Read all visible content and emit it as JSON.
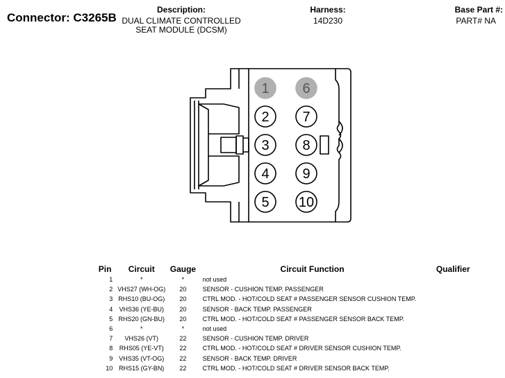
{
  "header": {
    "connector_label": "Connector: C3265B",
    "description_label": "Description:",
    "description_lines": [
      "DUAL CLIMATE CONTROLLED",
      "SEAT MODULE (DCSM)"
    ],
    "harness_label": "Harness:",
    "harness_value": "14D230",
    "base_part_label": "Base Part #:",
    "base_part_value": "PART# NA"
  },
  "connector_pins": [
    {
      "number": "1",
      "used": false
    },
    {
      "number": "2",
      "used": true
    },
    {
      "number": "3",
      "used": true
    },
    {
      "number": "4",
      "used": true
    },
    {
      "number": "5",
      "used": true
    },
    {
      "number": "6",
      "used": false
    },
    {
      "number": "7",
      "used": true
    },
    {
      "number": "8",
      "used": true
    },
    {
      "number": "9",
      "used": true
    },
    {
      "number": "10",
      "used": true
    }
  ],
  "table": {
    "headers": {
      "pin": "Pin",
      "circuit": "Circuit",
      "gauge": "Gauge",
      "function": "Circuit Function",
      "qualifier": "Qualifier"
    },
    "rows": [
      {
        "pin": "1",
        "circuit": "*",
        "gauge": "*",
        "function": "not used",
        "qualifier": ""
      },
      {
        "pin": "2",
        "circuit": "VHS27 (WH-OG)",
        "gauge": "20",
        "function": "SENSOR - CUSHION TEMP. PASSENGER",
        "qualifier": ""
      },
      {
        "pin": "3",
        "circuit": "RHS10 (BU-OG)",
        "gauge": "20",
        "function": "CTRL MOD. - HOT/COLD SEAT # PASSENGER SENSOR CUSHION TEMP.",
        "qualifier": ""
      },
      {
        "pin": "4",
        "circuit": "VHS36 (YE-BU)",
        "gauge": "20",
        "function": "SENSOR - BACK TEMP. PASSENGER",
        "qualifier": ""
      },
      {
        "pin": "5",
        "circuit": "RHS20 (GN-BU)",
        "gauge": "20",
        "function": "CTRL MOD. - HOT/COLD SEAT # PASSENGER SENSOR BACK TEMP.",
        "qualifier": ""
      },
      {
        "pin": "6",
        "circuit": "*",
        "gauge": "*",
        "function": "not used",
        "qualifier": ""
      },
      {
        "pin": "7",
        "circuit": "VHS26 (VT)",
        "gauge": "22",
        "function": "SENSOR - CUSHION TEMP. DRIVER",
        "qualifier": ""
      },
      {
        "pin": "8",
        "circuit": "RHS05 (YE-VT)",
        "gauge": "22",
        "function": "CTRL MOD. - HOT/COLD SEAT # DRIVER SENSOR CUSHION TEMP.",
        "qualifier": ""
      },
      {
        "pin": "9",
        "circuit": "VHS35 (VT-OG)",
        "gauge": "22",
        "function": "SENSOR - BACK TEMP. DRIVER",
        "qualifier": ""
      },
      {
        "pin": "10",
        "circuit": "RHS15 (GY-BN)",
        "gauge": "22",
        "function": "CTRL MOD. - HOT/COLD SEAT # DRIVER SENSOR BACK TEMP.",
        "qualifier": ""
      }
    ]
  }
}
